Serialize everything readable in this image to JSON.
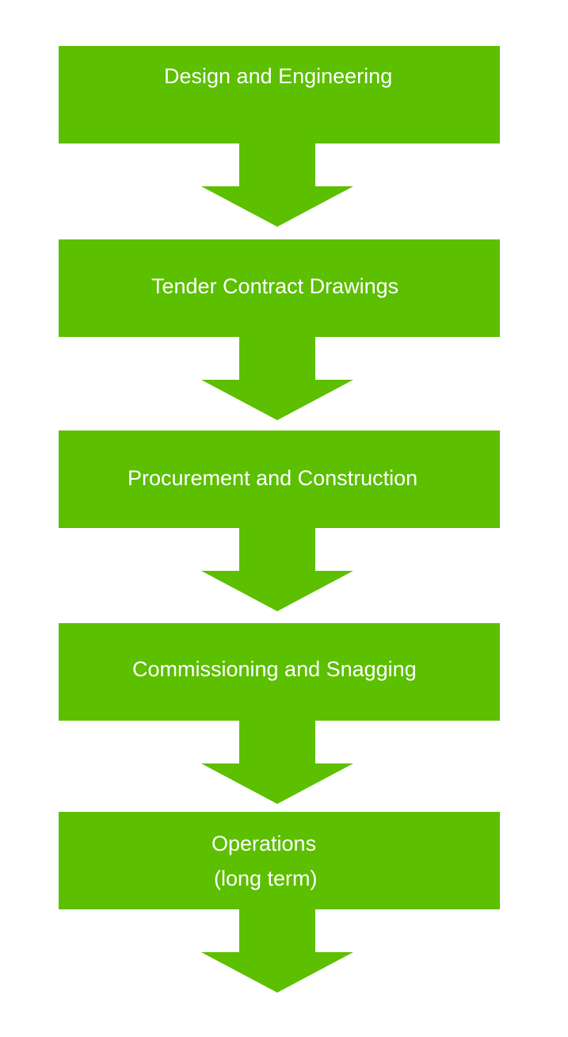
{
  "diagram": {
    "type": "vertical-flowchart",
    "fill_color": "#5cbf00",
    "text_color": "#ffffff",
    "steps": [
      {
        "lines": [
          "Design and Engineering"
        ]
      },
      {
        "lines": [
          "Tender Contract Drawings"
        ]
      },
      {
        "lines": [
          "Procurement and Construction"
        ]
      },
      {
        "lines": [
          "Commissioning and Snagging"
        ]
      },
      {
        "lines": [
          "Operations",
          "(long term)"
        ]
      }
    ]
  }
}
